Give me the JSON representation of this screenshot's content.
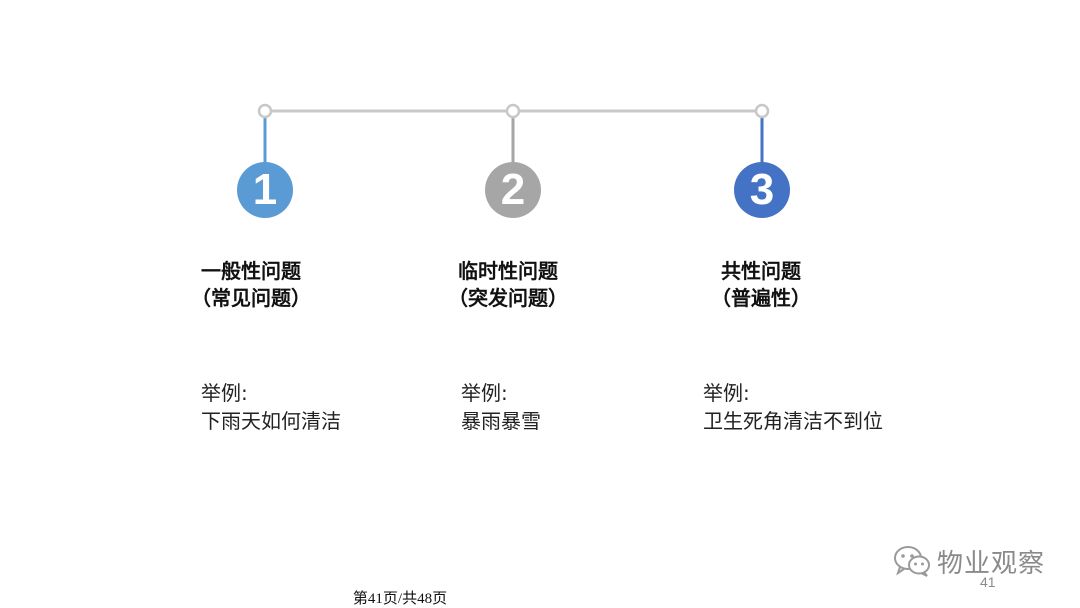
{
  "colors": {
    "connector": "#c8c8c8",
    "step1": "#5b9bd5",
    "step2": "#a6a6a6",
    "step3": "#4472c4"
  },
  "steps": [
    {
      "number": "1",
      "title_line1": "一般性问题",
      "title_line2": "（常见问题）",
      "example_label": "举例:",
      "example_text": "下雨天如何清洁"
    },
    {
      "number": "2",
      "title_line1": "临时性问题",
      "title_line2": "（突发问题）",
      "example_label": "举例:",
      "example_text": "暴雨暴雪"
    },
    {
      "number": "3",
      "title_line1": "共性问题",
      "title_line2": "（普遍性）",
      "example_label": "举例:",
      "example_text": "卫生死角清洁不到位"
    }
  ],
  "footer": {
    "page_text": "第41页/共48页"
  },
  "watermark": {
    "text": "物业观察",
    "icon": "wechat-icon"
  },
  "page_number": "41"
}
